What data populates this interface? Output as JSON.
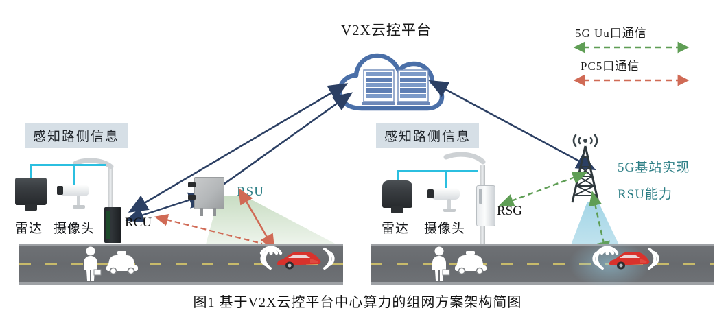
{
  "figure": {
    "caption": "图1    基于V2X云控平台中心算力的组网方案架构简图",
    "cloud_title": "V2X云控平台"
  },
  "legend": {
    "items": [
      {
        "label": "5G Uu口通信",
        "color": "#5f9e55",
        "style": "dashed-double-arrow",
        "icon": "double-arrow-icon"
      },
      {
        "label": "PC5口通信",
        "color": "#d06a55",
        "style": "dashed-double-arrow",
        "icon": "double-arrow-icon"
      }
    ]
  },
  "left_site": {
    "sense_chip": "感知路侧信息",
    "radar_label": "雷达",
    "camera_label": "摄像头",
    "edge_unit_label": "RCU",
    "rsu_label": "RSU",
    "radar_icon": "radar-sensor-icon",
    "camera_icon": "bullet-camera-icon",
    "rcu_icon": "roadside-compute-unit-icon",
    "rsu_icon": "roadside-unit-icon",
    "vehicle_icon": "red-car-icon",
    "pedestrian_icon": "pedestrian-icon",
    "taxi_icon": "taxi-icon",
    "v2x_signal_icon": "wifi-wave-icon"
  },
  "right_site": {
    "sense_chip": "感知路侧信息",
    "radar_label": "雷达",
    "camera_label": "摄像头",
    "gateway_label": "RSG",
    "tower_label_line1": "5G基站实现",
    "tower_label_line2": "RSU能力",
    "radar_icon": "radar-sensor-icon",
    "camera_icon": "bullet-camera-icon",
    "rsg_icon": "roadside-gateway-icon",
    "tower_icon": "5g-base-station-tower-icon",
    "vehicle_icon": "red-car-icon",
    "pedestrian_icon": "pedestrian-icon",
    "taxi_icon": "taxi-icon",
    "v2x_signal_icon": "wifi-wave-icon"
  },
  "cloud": {
    "icon": "cloud-server-icon",
    "server_rack_count": 2,
    "color": "#4a6fa8"
  },
  "colors": {
    "backhaul_arrow": "#2b3f63",
    "uu_green": "#5f9e55",
    "pc5_red": "#d06a55",
    "teal_text": "#2e7f86",
    "chip_bg": "#d6dfe6",
    "road": "#6e7175",
    "lane_dash": "#d8c86a",
    "cyan_link": "#2bbfe0",
    "car_red": "#d8322c"
  }
}
